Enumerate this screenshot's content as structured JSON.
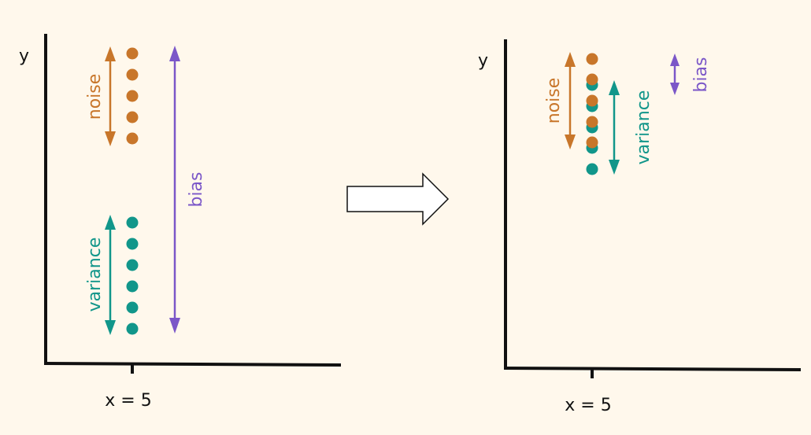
{
  "colors": {
    "background": "#fff8ec",
    "axis": "#111111",
    "noise": "#c8762a",
    "variance": "#11968a",
    "bias": "#7b57c8"
  },
  "left_panel": {
    "y_label": "y",
    "x_label": "x = 5",
    "noise_label": "noise",
    "variance_label": "variance",
    "bias_label": "bias",
    "noise_point_count": 5,
    "variance_point_count": 6
  },
  "transition_arrow": {
    "icon": "right-arrow-icon"
  },
  "right_panel": {
    "y_label": "y",
    "x_label": "x = 5",
    "noise_label": "noise",
    "variance_label": "variance",
    "bias_label": "bias",
    "noise_point_count": 5,
    "variance_point_count": 5
  }
}
